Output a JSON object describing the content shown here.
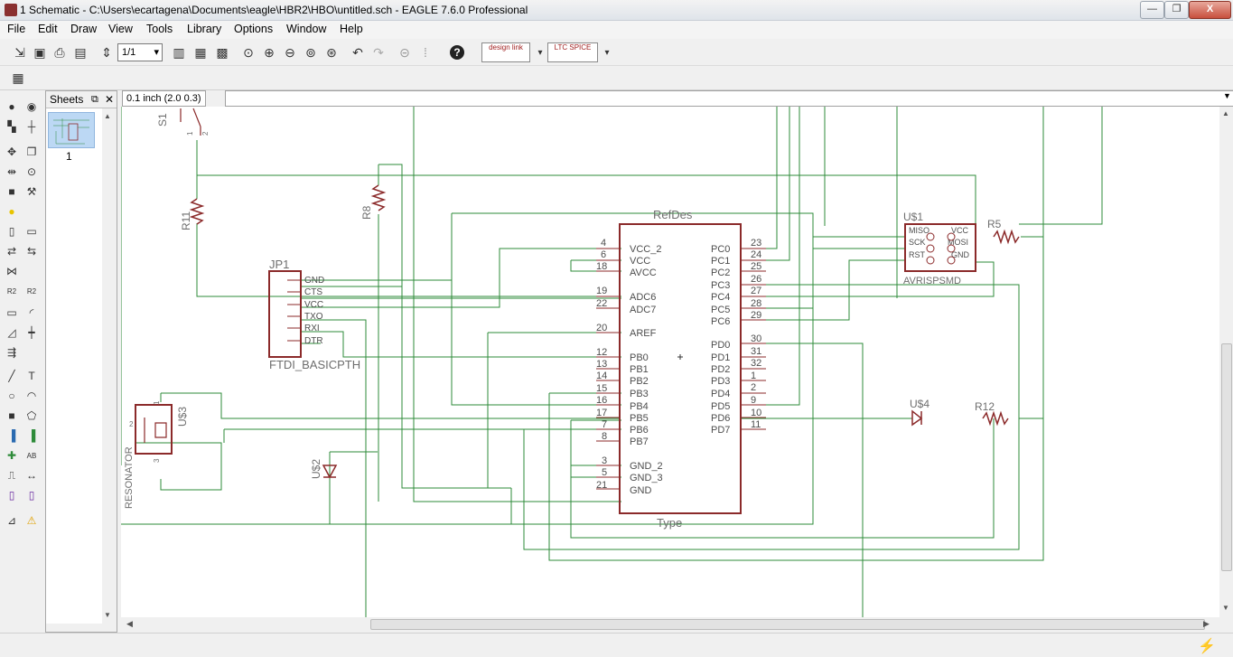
{
  "window": {
    "title": "1 Schematic - C:\\Users\\ecartagena\\Documents\\eagle\\HBR2\\HBO\\untitled.sch - EAGLE 7.6.0 Professional",
    "minimize": "—",
    "restore": "❐",
    "close": "X"
  },
  "menu": [
    "File",
    "Edit",
    "Draw",
    "View",
    "Tools",
    "Library",
    "Options",
    "Window",
    "Help"
  ],
  "toolbar": {
    "sheet_select": "1/1",
    "designlink": "design link",
    "ltspice": "LTC SPICE",
    "help_icon": "?"
  },
  "sheets_panel": {
    "title": "Sheets",
    "sheet_number": "1"
  },
  "command": {
    "grid_readout": "0.1 inch (2.0 0.3)",
    "input_value": ""
  },
  "schematic": {
    "mcu": {
      "refdes": "RefDes",
      "type": "Type",
      "left_pins": [
        {
          "num": "4",
          "name": "VCC_2"
        },
        {
          "num": "6",
          "name": "VCC"
        },
        {
          "num": "18",
          "name": "AVCC"
        },
        {
          "num": "19",
          "name": "ADC6"
        },
        {
          "num": "22",
          "name": "ADC7"
        },
        {
          "num": "20",
          "name": "AREF"
        },
        {
          "num": "12",
          "name": "PB0"
        },
        {
          "num": "13",
          "name": "PB1"
        },
        {
          "num": "14",
          "name": "PB2"
        },
        {
          "num": "15",
          "name": "PB3"
        },
        {
          "num": "16",
          "name": "PB4"
        },
        {
          "num": "17",
          "name": "PB5"
        },
        {
          "num": "7",
          "name": "PB6"
        },
        {
          "num": "8",
          "name": "PB7"
        },
        {
          "num": "3",
          "name": "GND_2"
        },
        {
          "num": "5",
          "name": "GND_3"
        },
        {
          "num": "21",
          "name": "GND"
        }
      ],
      "right_pins": [
        {
          "num": "23",
          "name": "PC0"
        },
        {
          "num": "24",
          "name": "PC1"
        },
        {
          "num": "25",
          "name": "PC2"
        },
        {
          "num": "26",
          "name": "PC3"
        },
        {
          "num": "27",
          "name": "PC4"
        },
        {
          "num": "28",
          "name": "PC5"
        },
        {
          "num": "29",
          "name": "PC6"
        },
        {
          "num": "30",
          "name": "PD0"
        },
        {
          "num": "31",
          "name": "PD1"
        },
        {
          "num": "32",
          "name": "PD2"
        },
        {
          "num": "1",
          "name": "PD3"
        },
        {
          "num": "2",
          "name": "PD4"
        },
        {
          "num": "9",
          "name": "PD5"
        },
        {
          "num": "10",
          "name": "PD6"
        },
        {
          "num": "11",
          "name": "PD7"
        }
      ]
    },
    "ftdi": {
      "name": "JP1",
      "value": "FTDI_BASICPTH",
      "pins": [
        "GND",
        "CTS",
        "VCC",
        "TXO",
        "RXI",
        "DTR"
      ]
    },
    "avrisp": {
      "name": "U$1",
      "value": "AVRISPSMD",
      "left_pins": [
        "MISO",
        "SCK",
        "RST"
      ],
      "right_pins": [
        "VCC",
        "MOSI",
        "GND"
      ]
    },
    "parts": {
      "s1": "S1",
      "s1_pin1": "1",
      "s1_pin2": "2",
      "r11": "R11",
      "r8": "R8",
      "r5": "R5",
      "r12": "R12",
      "u3": "U$3",
      "resonator": "RESONATOR",
      "res_pin1": "1",
      "res_pin2": "2",
      "res_pin3": "3",
      "u2": "U$2",
      "u4": "U$4"
    }
  },
  "colors": {
    "wire": "#2e8b3a",
    "part": "#8b2a2a",
    "label": "#6e6e6e",
    "pin_text": "#4d4d4d"
  }
}
